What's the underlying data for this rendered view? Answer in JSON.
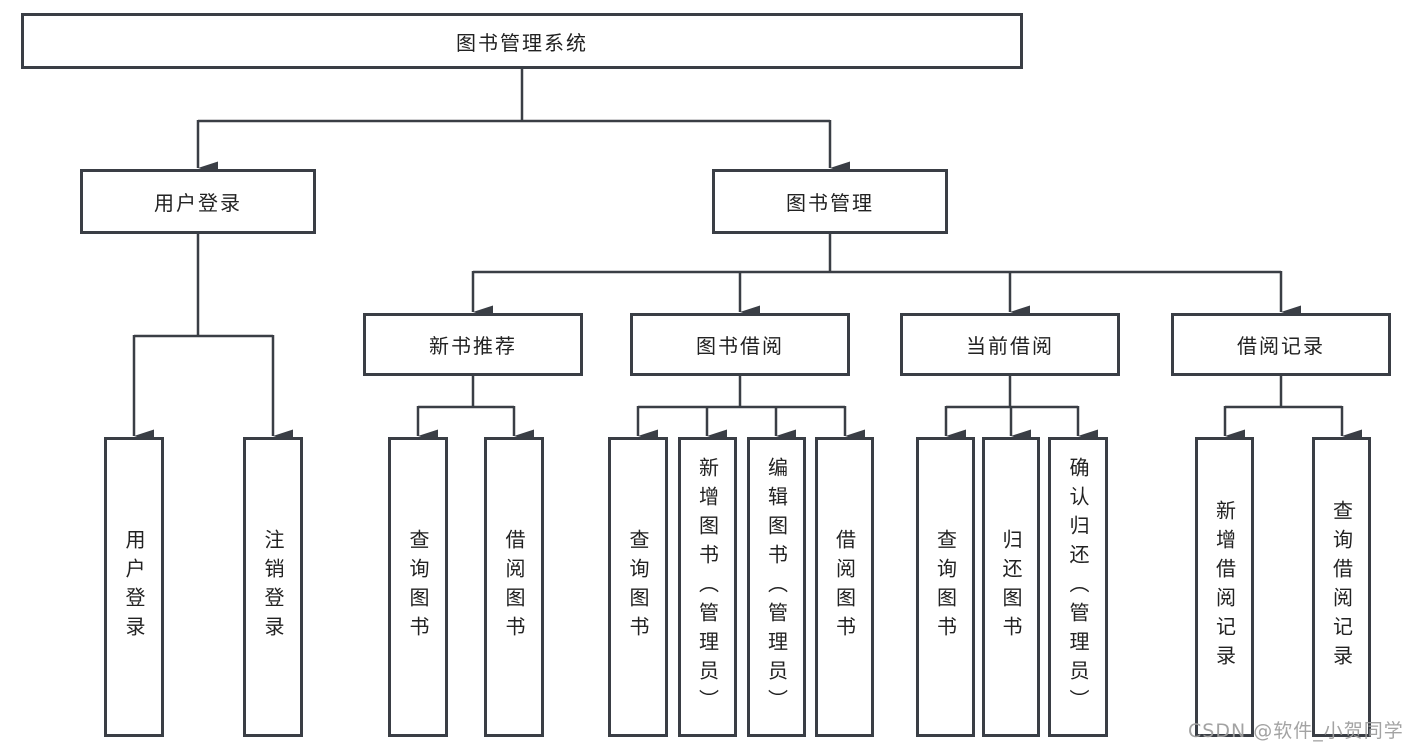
{
  "colors": {
    "line": "#3a3e45",
    "box_border": "#3a3e45",
    "text": "#222222",
    "background": "#ffffff",
    "watermark": "#9e9e9e"
  },
  "tree": {
    "label": "图书管理系统",
    "children": [
      {
        "label": "用户登录",
        "children": [
          {
            "label": "用户登录"
          },
          {
            "label": "注销登录"
          }
        ]
      },
      {
        "label": "图书管理",
        "children": [
          {
            "label": "新书推荐",
            "children": [
              {
                "label": "查询图书"
              },
              {
                "label": "借阅图书"
              }
            ]
          },
          {
            "label": "图书借阅",
            "children": [
              {
                "label": "查询图书"
              },
              {
                "label": "新增图书（管理员）"
              },
              {
                "label": "编辑图书（管理员）"
              },
              {
                "label": "借阅图书"
              }
            ]
          },
          {
            "label": "当前借阅",
            "children": [
              {
                "label": "查询图书"
              },
              {
                "label": "归还图书"
              },
              {
                "label": "确认归还（管理员）"
              }
            ]
          },
          {
            "label": "借阅记录",
            "children": [
              {
                "label": "新增借阅记录"
              },
              {
                "label": "查询借阅记录"
              }
            ]
          }
        ]
      }
    ]
  },
  "watermark": {
    "text": "CSDN @软件_小贺同学"
  }
}
